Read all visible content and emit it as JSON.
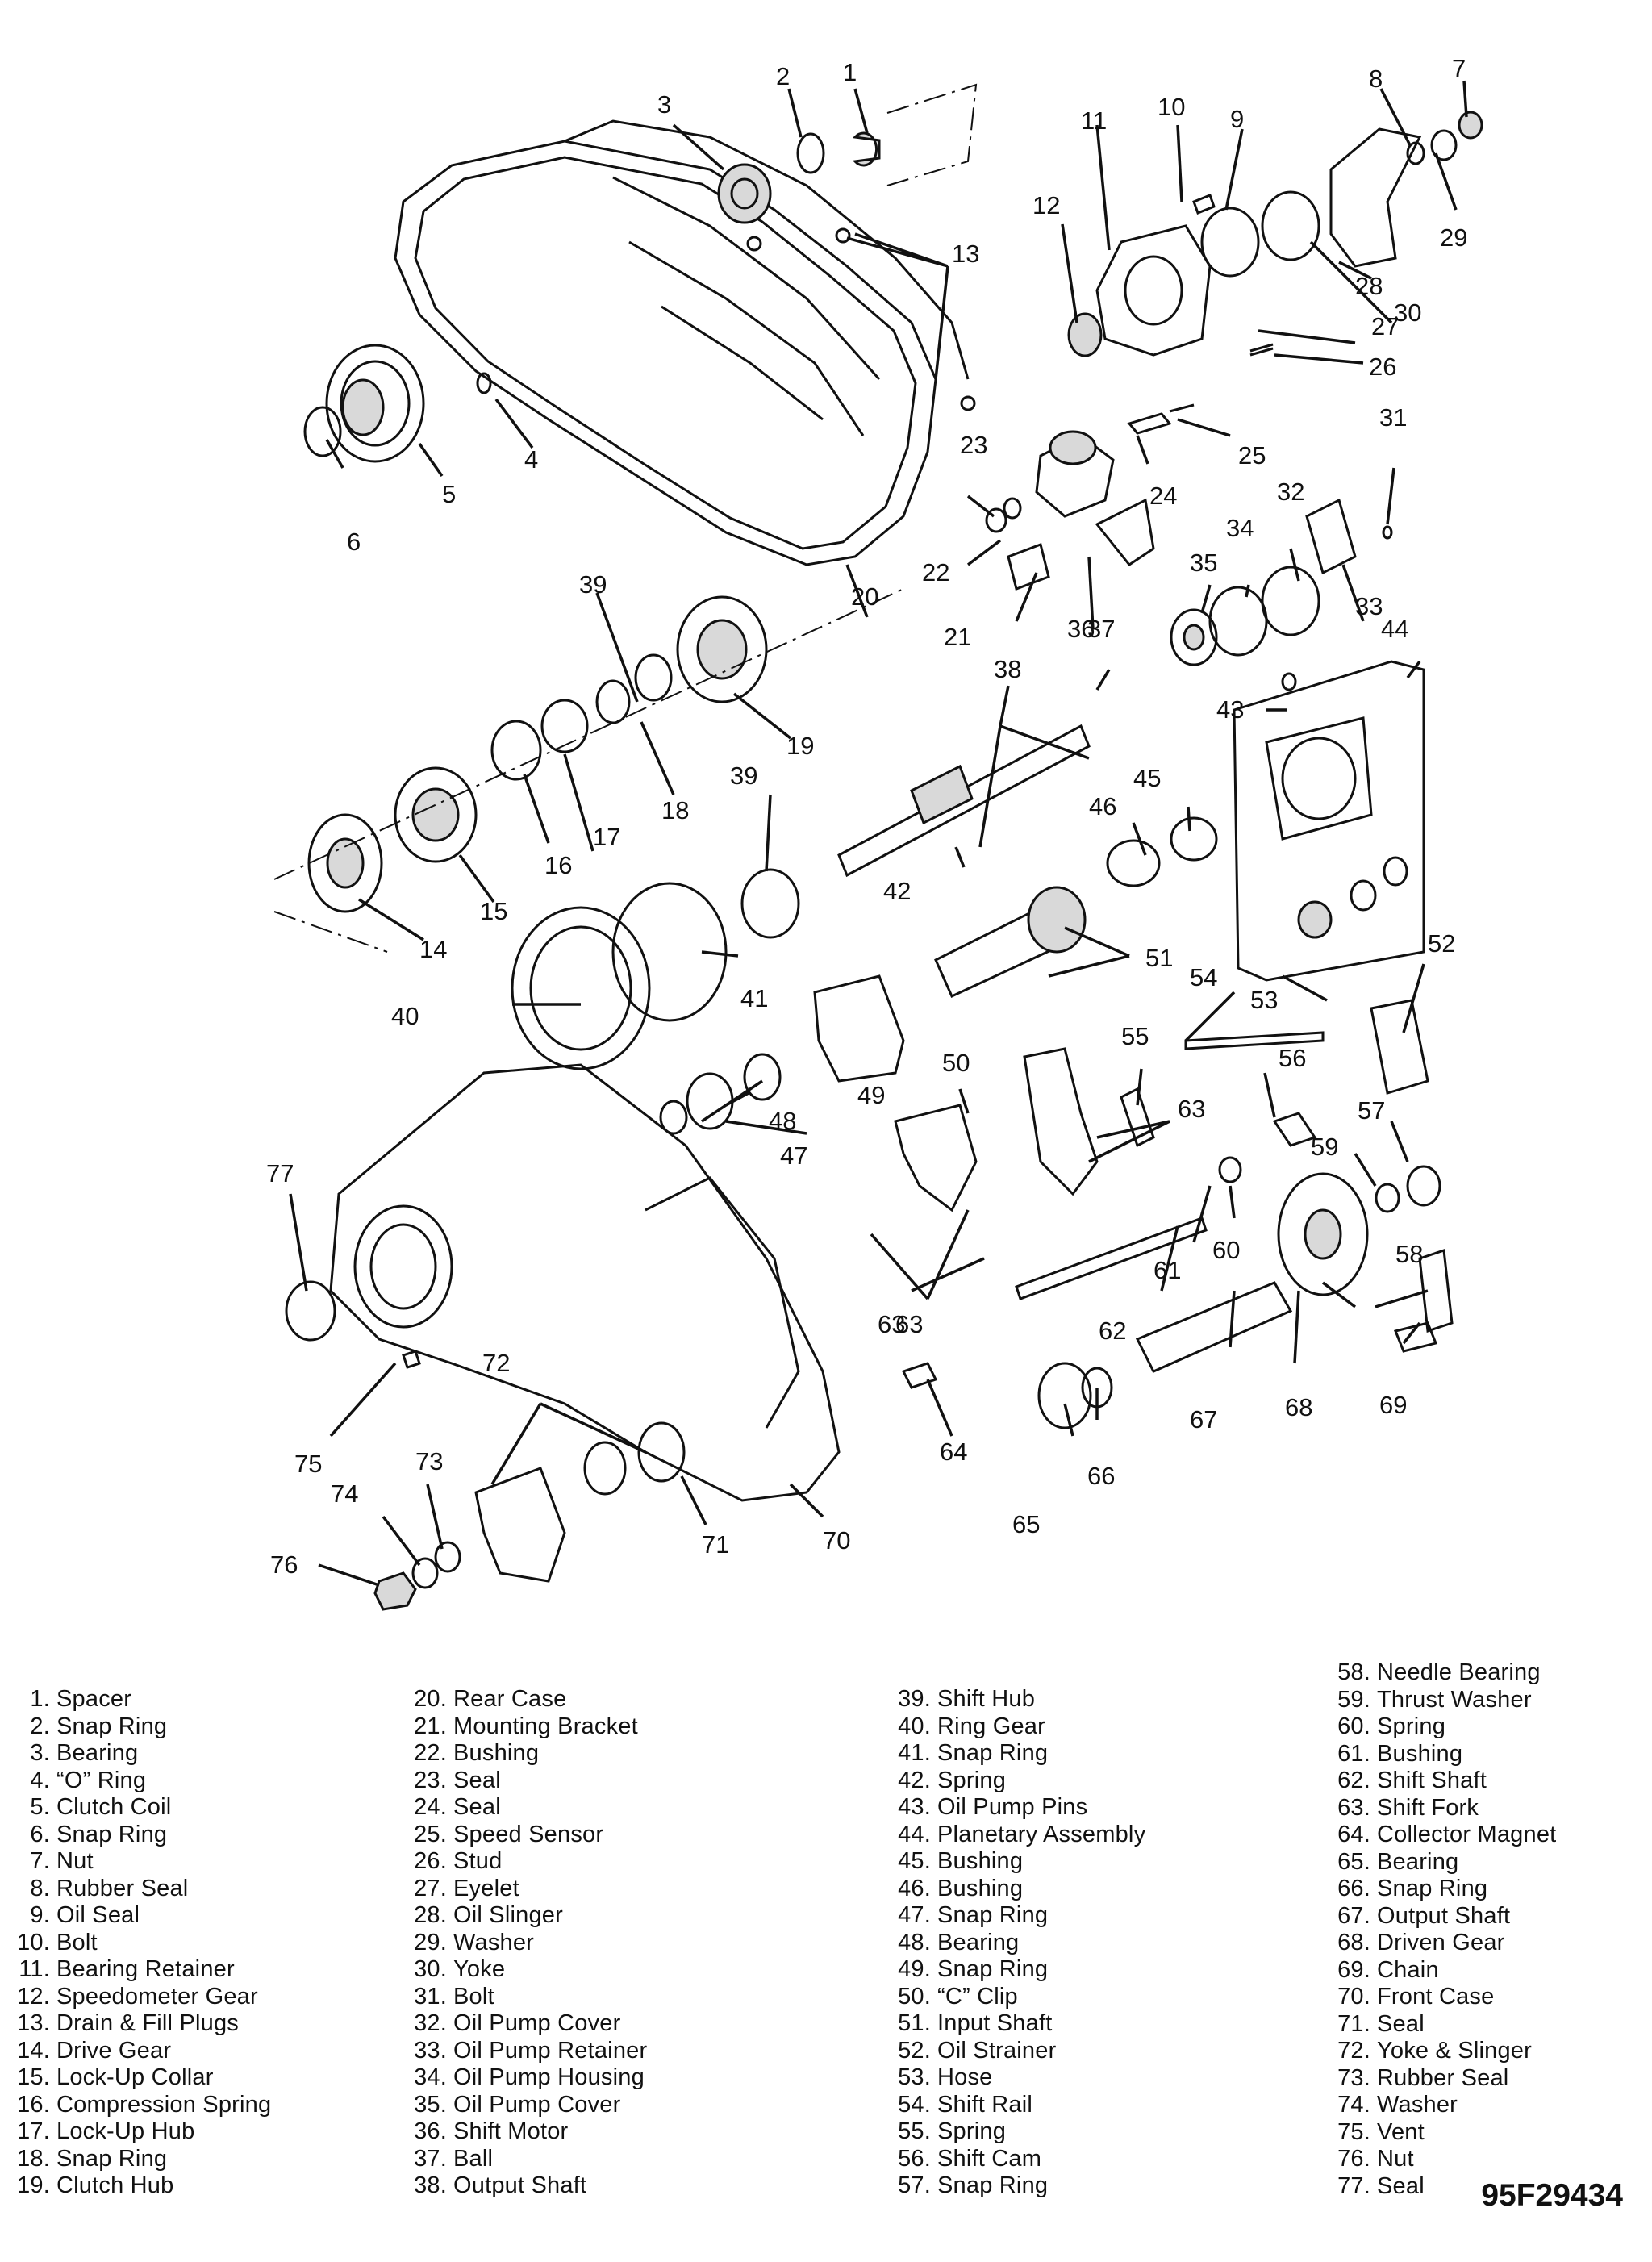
{
  "figure_code": "95F29434",
  "callouts": [
    "1",
    "2",
    "3",
    "4",
    "5",
    "6",
    "7",
    "8",
    "9",
    "10",
    "11",
    "12",
    "13",
    "14",
    "15",
    "16",
    "17",
    "18",
    "19",
    "20",
    "21",
    "22",
    "23",
    "24",
    "25",
    "26",
    "27",
    "28",
    "29",
    "30",
    "31",
    "32",
    "33",
    "34",
    "35",
    "36",
    "37",
    "38",
    "39",
    "39",
    "40",
    "41",
    "42",
    "43",
    "44",
    "45",
    "46",
    "47",
    "48",
    "49",
    "50",
    "51",
    "52",
    "53",
    "54",
    "55",
    "56",
    "57",
    "59",
    "60",
    "61",
    "62",
    "63",
    "63",
    "63",
    "64",
    "65",
    "66",
    "67",
    "68",
    "58",
    "69",
    "70",
    "71",
    "72",
    "73",
    "74",
    "75",
    "76",
    "77"
  ],
  "legend": [
    {
      "num": "1.",
      "label": "Spacer"
    },
    {
      "num": "2.",
      "label": "Snap Ring"
    },
    {
      "num": "3.",
      "label": "Bearing"
    },
    {
      "num": "4.",
      "label": "“O” Ring"
    },
    {
      "num": "5.",
      "label": "Clutch Coil"
    },
    {
      "num": "6.",
      "label": "Snap Ring"
    },
    {
      "num": "7.",
      "label": "Nut"
    },
    {
      "num": "8.",
      "label": "Rubber Seal"
    },
    {
      "num": "9.",
      "label": "Oil Seal"
    },
    {
      "num": "10.",
      "label": "Bolt"
    },
    {
      "num": "11.",
      "label": "Bearing Retainer"
    },
    {
      "num": "12.",
      "label": "Speedometer Gear"
    },
    {
      "num": "13.",
      "label": "Drain & Fill Plugs"
    },
    {
      "num": "14.",
      "label": "Drive Gear"
    },
    {
      "num": "15.",
      "label": "Lock-Up Collar"
    },
    {
      "num": "16.",
      "label": "Compression Spring"
    },
    {
      "num": "17.",
      "label": "Lock-Up Hub"
    },
    {
      "num": "18.",
      "label": "Snap Ring"
    },
    {
      "num": "19.",
      "label": "Clutch Hub"
    },
    {
      "num": "20.",
      "label": "Rear Case"
    },
    {
      "num": "21.",
      "label": "Mounting Bracket"
    },
    {
      "num": "22.",
      "label": "Bushing"
    },
    {
      "num": "23.",
      "label": "Seal"
    },
    {
      "num": "24.",
      "label": "Seal"
    },
    {
      "num": "25.",
      "label": "Speed Sensor"
    },
    {
      "num": "26.",
      "label": "Stud"
    },
    {
      "num": "27.",
      "label": "Eyelet"
    },
    {
      "num": "28.",
      "label": "Oil Slinger"
    },
    {
      "num": "29.",
      "label": "Washer"
    },
    {
      "num": "30.",
      "label": "Yoke"
    },
    {
      "num": "31.",
      "label": "Bolt"
    },
    {
      "num": "32.",
      "label": "Oil Pump Cover"
    },
    {
      "num": "33.",
      "label": "Oil Pump Retainer"
    },
    {
      "num": "34.",
      "label": "Oil Pump Housing"
    },
    {
      "num": "35.",
      "label": "Oil Pump Cover"
    },
    {
      "num": "36.",
      "label": "Shift Motor"
    },
    {
      "num": "37.",
      "label": "Ball"
    },
    {
      "num": "38.",
      "label": "Output Shaft"
    },
    {
      "num": "39.",
      "label": "Shift Hub"
    },
    {
      "num": "40.",
      "label": "Ring Gear"
    },
    {
      "num": "41.",
      "label": "Snap Ring"
    },
    {
      "num": "42.",
      "label": "Spring"
    },
    {
      "num": "43.",
      "label": "Oil Pump Pins"
    },
    {
      "num": "44.",
      "label": "Planetary Assembly"
    },
    {
      "num": "45.",
      "label": "Bushing"
    },
    {
      "num": "46.",
      "label": "Bushing"
    },
    {
      "num": "47.",
      "label": "Snap Ring"
    },
    {
      "num": "48.",
      "label": "Bearing"
    },
    {
      "num": "49.",
      "label": "Snap Ring"
    },
    {
      "num": "50.",
      "label": "“C” Clip"
    },
    {
      "num": "51.",
      "label": "Input Shaft"
    },
    {
      "num": "52.",
      "label": "Oil Strainer"
    },
    {
      "num": "53.",
      "label": "Hose"
    },
    {
      "num": "54.",
      "label": "Shift Rail"
    },
    {
      "num": "55.",
      "label": "Spring"
    },
    {
      "num": "56.",
      "label": "Shift Cam"
    },
    {
      "num": "57.",
      "label": "Snap Ring"
    },
    {
      "num": "58.",
      "label": "Needle Bearing"
    },
    {
      "num": "59.",
      "label": "Thrust Washer"
    },
    {
      "num": "60.",
      "label": "Spring"
    },
    {
      "num": "61.",
      "label": "Bushing"
    },
    {
      "num": "62.",
      "label": "Shift Shaft"
    },
    {
      "num": "63.",
      "label": "Shift Fork"
    },
    {
      "num": "64.",
      "label": "Collector Magnet"
    },
    {
      "num": "65.",
      "label": "Bearing"
    },
    {
      "num": "66.",
      "label": "Snap Ring"
    },
    {
      "num": "67.",
      "label": "Output Shaft"
    },
    {
      "num": "68.",
      "label": "Driven Gear"
    },
    {
      "num": "69.",
      "label": "Chain"
    },
    {
      "num": "70.",
      "label": "Front Case"
    },
    {
      "num": "71.",
      "label": "Seal"
    },
    {
      "num": "72.",
      "label": "Yoke & Slinger"
    },
    {
      "num": "73.",
      "label": "Rubber Seal"
    },
    {
      "num": "74.",
      "label": "Washer"
    },
    {
      "num": "75.",
      "label": "Vent"
    },
    {
      "num": "76.",
      "label": "Nut"
    },
    {
      "num": "77.",
      "label": "Seal"
    }
  ],
  "legend_columns": [
    {
      "from": 0,
      "to": 19
    },
    {
      "from": 19,
      "to": 38
    },
    {
      "from": 38,
      "to": 57
    },
    {
      "from": 57,
      "to": 77
    }
  ]
}
